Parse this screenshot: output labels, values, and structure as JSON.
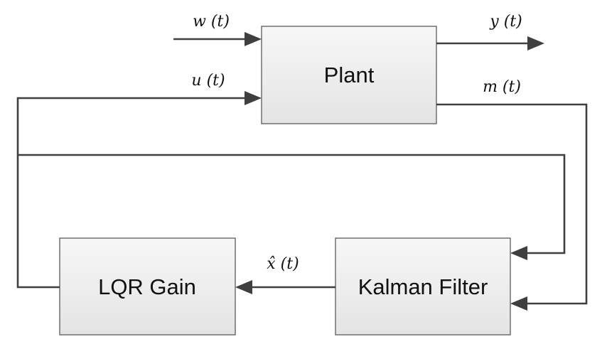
{
  "blocks": {
    "plant": "Plant",
    "lqr_gain": "LQR Gain",
    "kalman_filter": "Kalman Filter"
  },
  "signals": {
    "w": "w (t)",
    "u": "u (t)",
    "y": "y (t)",
    "m": "m (t)",
    "x_hat": "x̂ (t)"
  }
}
